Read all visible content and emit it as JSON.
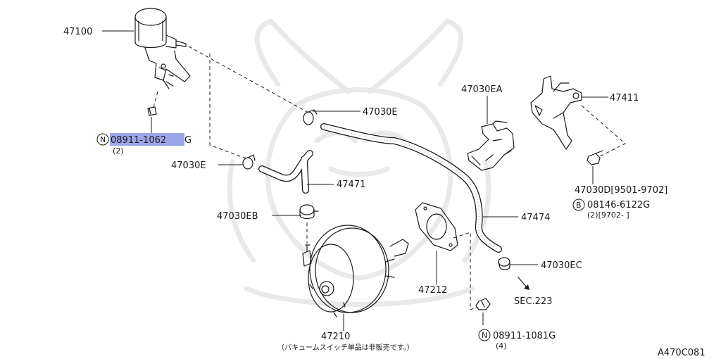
{
  "diagram": {
    "figure_code": "A470C081",
    "labels": {
      "p47100": "47100",
      "p08911_1062": "08911-1062",
      "p08911_1062_suffix": "G",
      "p08911_1062_qty": "(2)",
      "p47030E_top": "47030E",
      "p47030E_left": "47030E",
      "p47471": "47471",
      "p47030EA": "47030EA",
      "p47411": "47411",
      "p47030D": "47030D[9501-9702]",
      "p08146": "08146-6122G",
      "p08146_qty": "(2)[9702-      ]",
      "p47030EB": "47030EB",
      "p47474": "47474",
      "p47030EC": "47030EC",
      "sec223": "SEC.223",
      "p47212": "47212",
      "p47210": "47210",
      "p08911_1081": "08911-1081G",
      "p08911_1081_qty": "(4)",
      "note_jp": "（バキュームスイッチ単品は非販売です。）"
    },
    "badges": {
      "n1": "N",
      "b": "B",
      "n2": "N"
    },
    "highlight_color": "#9aa6e8"
  }
}
